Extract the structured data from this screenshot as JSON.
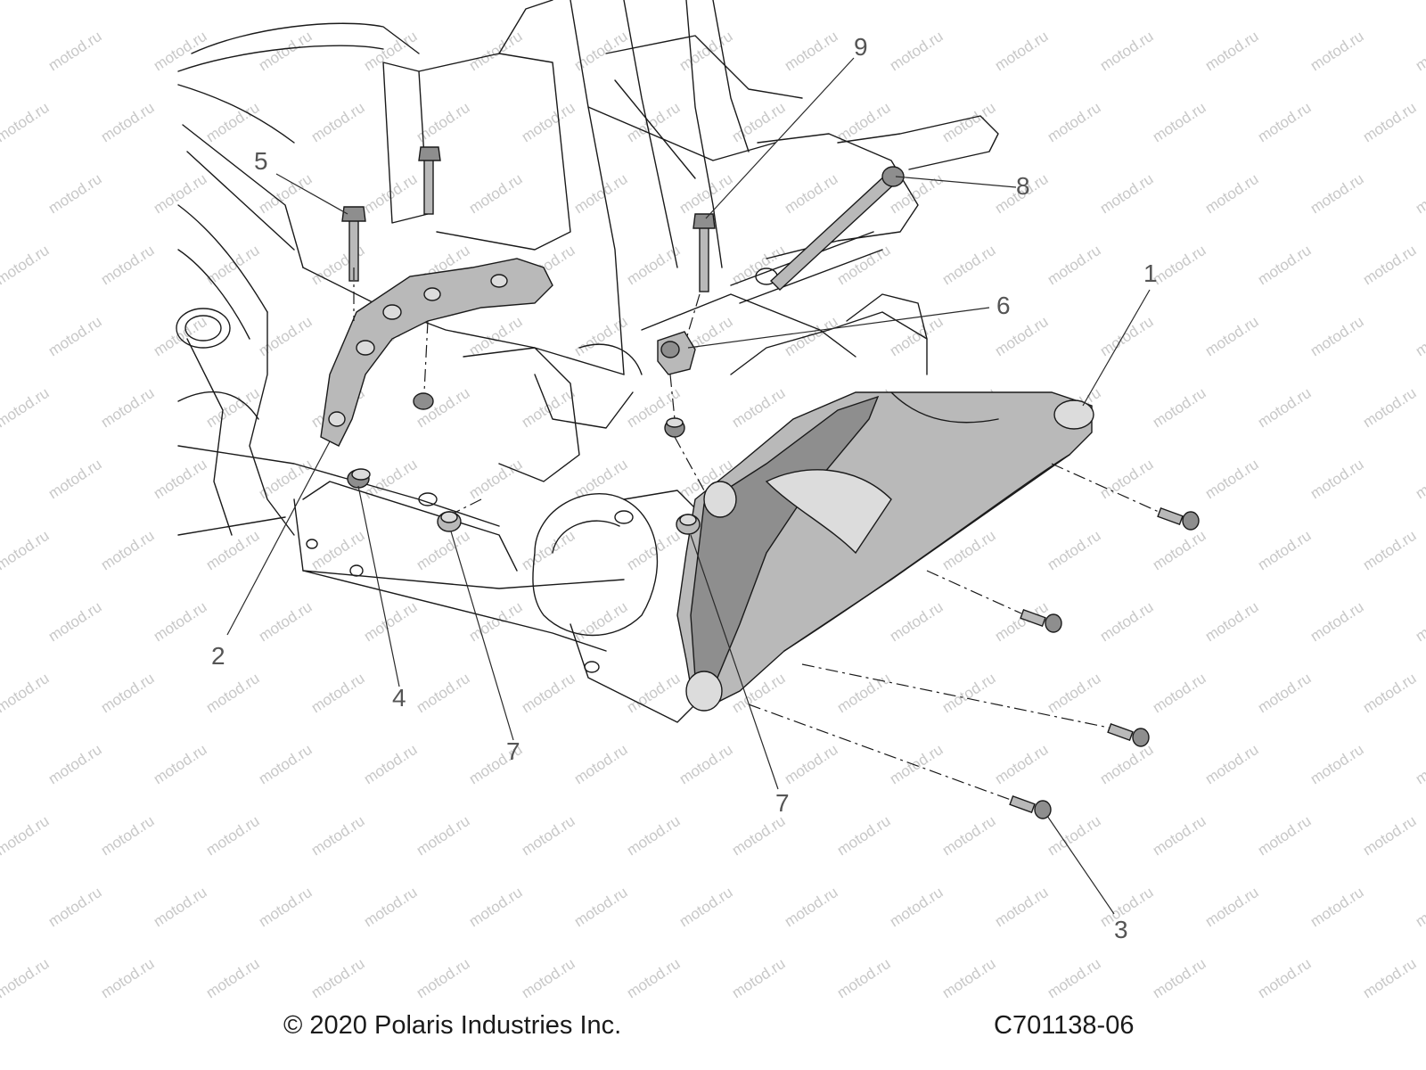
{
  "callouts": [
    {
      "id": "callout-1",
      "label": "1"
    },
    {
      "id": "callout-2",
      "label": "2"
    },
    {
      "id": "callout-3",
      "label": "3"
    },
    {
      "id": "callout-4",
      "label": "4"
    },
    {
      "id": "callout-5",
      "label": "5"
    },
    {
      "id": "callout-6",
      "label": "6"
    },
    {
      "id": "callout-7a",
      "label": "7"
    },
    {
      "id": "callout-7b",
      "label": "7"
    },
    {
      "id": "callout-8",
      "label": "8"
    },
    {
      "id": "callout-9",
      "label": "9"
    }
  ],
  "watermark": "motod.ru",
  "footer": {
    "copyright": "© 2020 Polaris Industries Inc.",
    "drawing_code": "C701138-06"
  }
}
